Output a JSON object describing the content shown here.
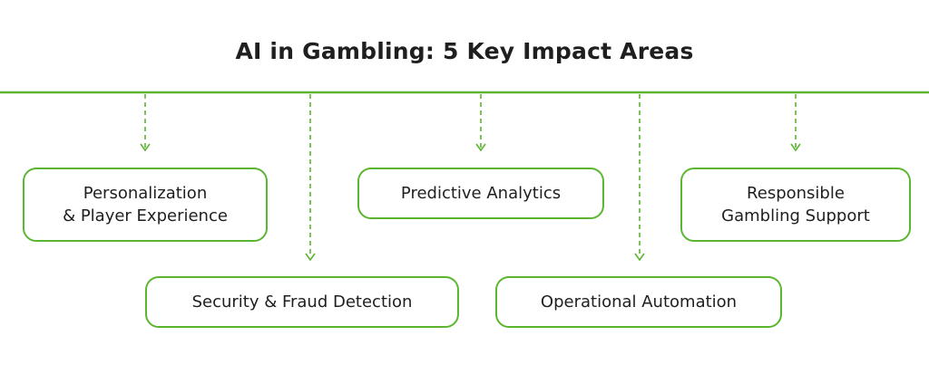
{
  "title": "AI in Gambling: 5 Key Impact Areas",
  "colors": {
    "accent": "#5cb531",
    "text": "#1f1f1f",
    "background": "#ffffff"
  },
  "areas": [
    {
      "id": "personalization",
      "label": "Personalization\n& Player Experience"
    },
    {
      "id": "predictive",
      "label": "Predictive Analytics"
    },
    {
      "id": "responsible",
      "label": "Responsible\nGambling Support"
    },
    {
      "id": "security",
      "label": "Security & Fraud Detection"
    },
    {
      "id": "operational",
      "label": "Operational Automation"
    }
  ]
}
